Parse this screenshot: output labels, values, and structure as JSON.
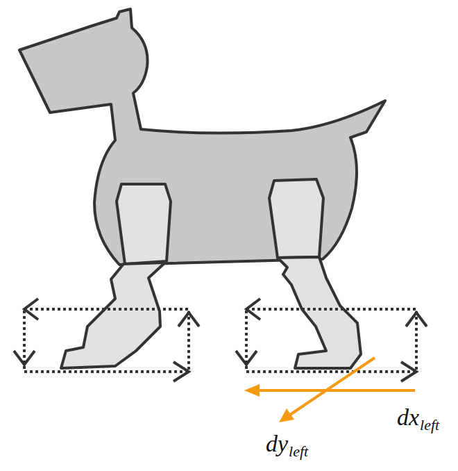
{
  "diagram": {
    "labels": [
      "dx",
      "left",
      "dy",
      "left"
    ]
  }
}
